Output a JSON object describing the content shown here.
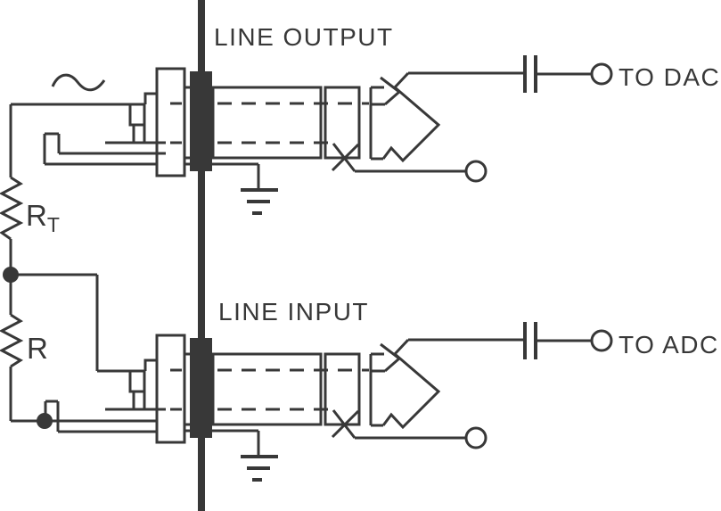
{
  "diagram": {
    "type": "schematic",
    "background": "#ffffff",
    "line_color": "#383838",
    "sections": {
      "output": {
        "label": "LINE OUTPUT",
        "terminal": "TO DAC"
      },
      "input": {
        "label": "LINE INPUT",
        "terminal": "TO ADC"
      }
    },
    "components": {
      "resistor_rt": {
        "name": "R",
        "subscript": "T"
      },
      "resistor_r": {
        "name": "R"
      }
    }
  }
}
